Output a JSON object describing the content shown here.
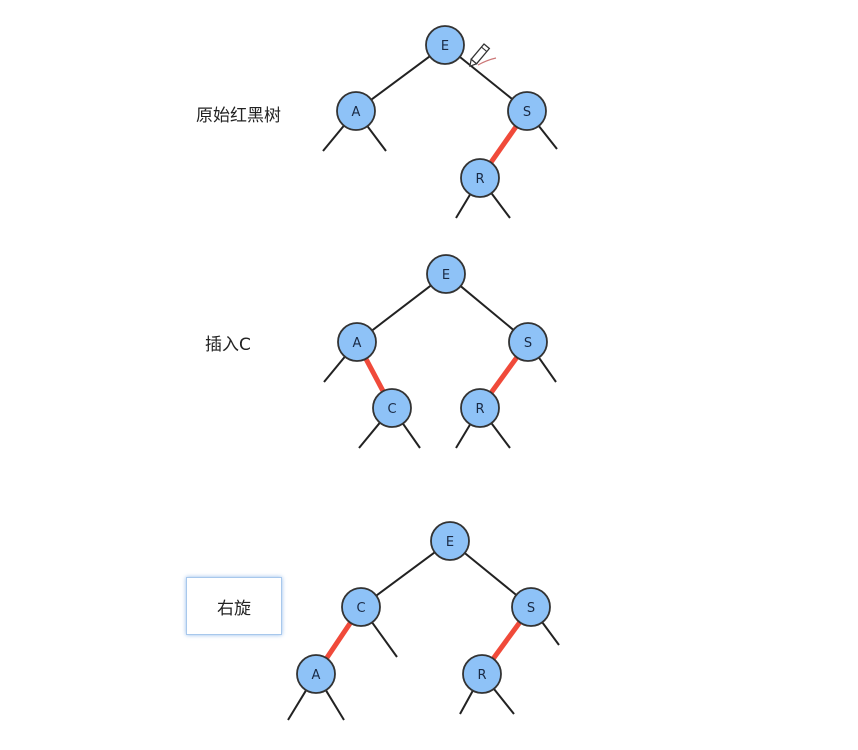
{
  "colors": {
    "node_fill": "#8ec2f7",
    "node_stroke": "#333333",
    "black_link": "#222222",
    "red_link": "#f04a3a"
  },
  "labels": {
    "original": "原始红黑树",
    "insert": "插入C",
    "rotate": "右旋"
  },
  "icons": [
    "pencil-icon"
  ],
  "trees": [
    {
      "id": "original",
      "nodes": [
        "E",
        "A",
        "S",
        "R"
      ],
      "edges": [
        {
          "from": "E",
          "to": "A",
          "color": "black"
        },
        {
          "from": "E",
          "to": "S",
          "color": "black"
        },
        {
          "from": "S",
          "to": "R",
          "color": "red"
        }
      ]
    },
    {
      "id": "insert",
      "nodes": [
        "E",
        "A",
        "S",
        "C",
        "R"
      ],
      "edges": [
        {
          "from": "E",
          "to": "A",
          "color": "black"
        },
        {
          "from": "E",
          "to": "S",
          "color": "black"
        },
        {
          "from": "A",
          "to": "C",
          "color": "red"
        },
        {
          "from": "S",
          "to": "R",
          "color": "red"
        }
      ]
    },
    {
      "id": "rotate",
      "nodes": [
        "E",
        "C",
        "S",
        "A",
        "R"
      ],
      "edges": [
        {
          "from": "E",
          "to": "C",
          "color": "black"
        },
        {
          "from": "E",
          "to": "S",
          "color": "black"
        },
        {
          "from": "C",
          "to": "A",
          "color": "red"
        },
        {
          "from": "S",
          "to": "R",
          "color": "red"
        }
      ]
    }
  ]
}
